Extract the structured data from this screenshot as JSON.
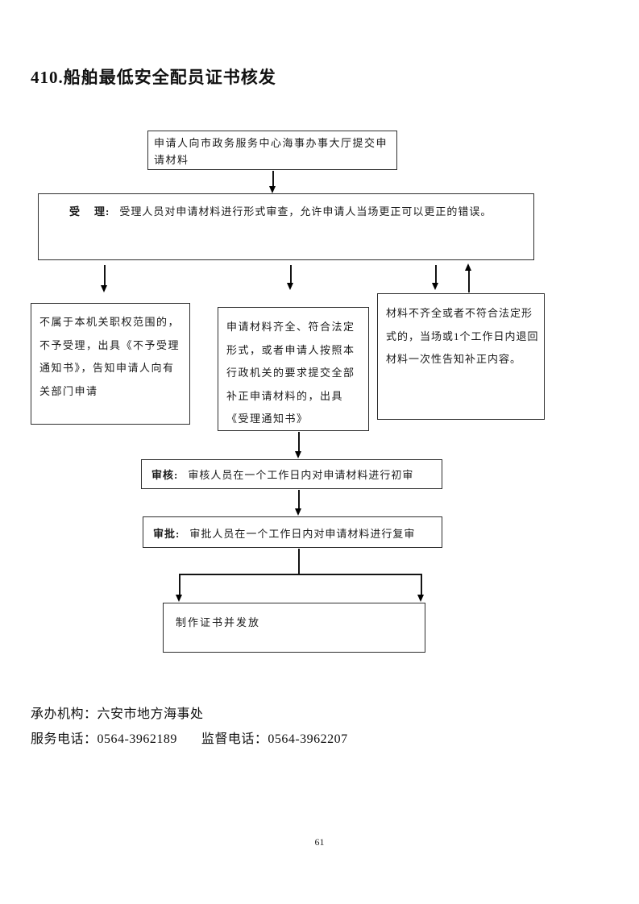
{
  "page": {
    "title": "410.船舶最低安全配员证书核发",
    "page_number": "61"
  },
  "flowchart": {
    "start_box": "申请人向市政务服务中心海事办事大厅提交申请材料",
    "accept_box": {
      "label": "受    理:",
      "text": "受理人员对申请材料进行形式审查，允许申请人当场更正可以更正的错误。"
    },
    "reject_box": "不属于本机关职权范围的，不予受理，出具《不予受理通知书》，告知申请人向有关部门申请",
    "accepted_box": "申请材料齐全、符合法定形式，或者申请人按照本行政机关的要求提交全部补正申请材料的，出具《受理通知书》",
    "incomplete_box": "材料不齐全或者不符合法定形式的，当场或1个工作日内退回材料一次性告知补正内容。",
    "review_box": {
      "label": "审核:",
      "text": "审核人员在一个工作日内对申请材料进行初审"
    },
    "approve_box": {
      "label": "审批:",
      "text": "审批人员在一个工作日内对申请材料进行复审"
    },
    "issue_box": "制作证书并发放"
  },
  "footer": {
    "agency": "承办机构：六安市地方海事处",
    "service_phone": "服务电话：0564-3962189",
    "supervision_phone": "监督电话：0564-3962207"
  }
}
